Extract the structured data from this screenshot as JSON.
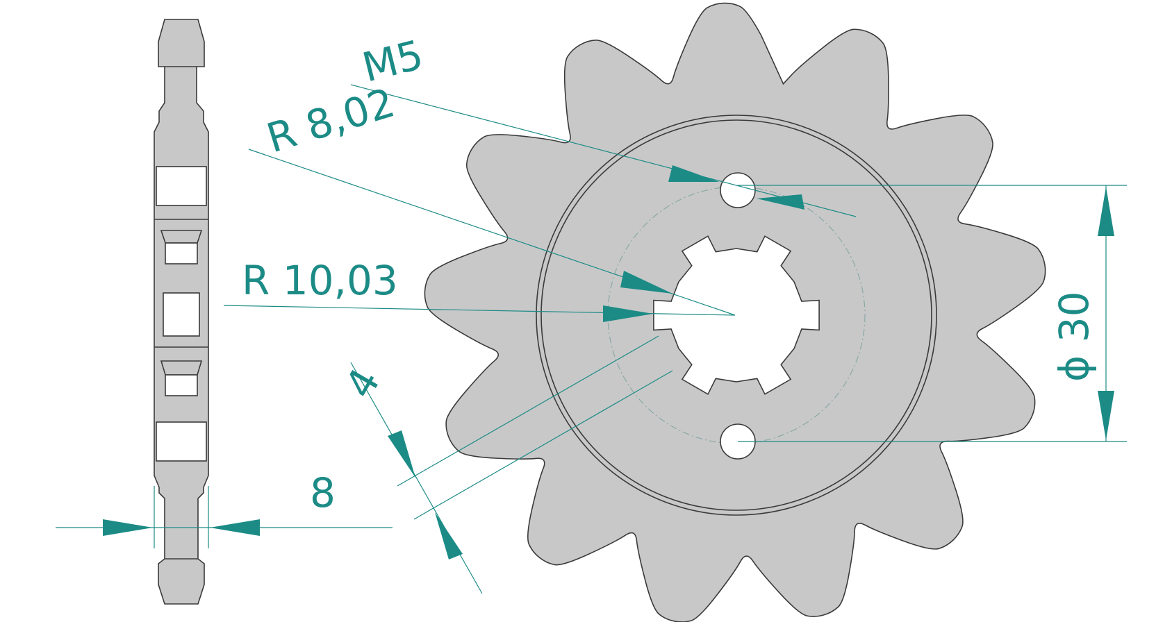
{
  "labels": {
    "thread": "M5",
    "inner_radius": "R  8,02",
    "outer_radius": "R  10,03",
    "spline_width": "4",
    "thickness": "8",
    "bolt_circle": "ϕ 30"
  },
  "colors": {
    "dimension": "#1c8b86",
    "part_fill": "#c8c8c8",
    "outline": "#3a3a3a"
  }
}
